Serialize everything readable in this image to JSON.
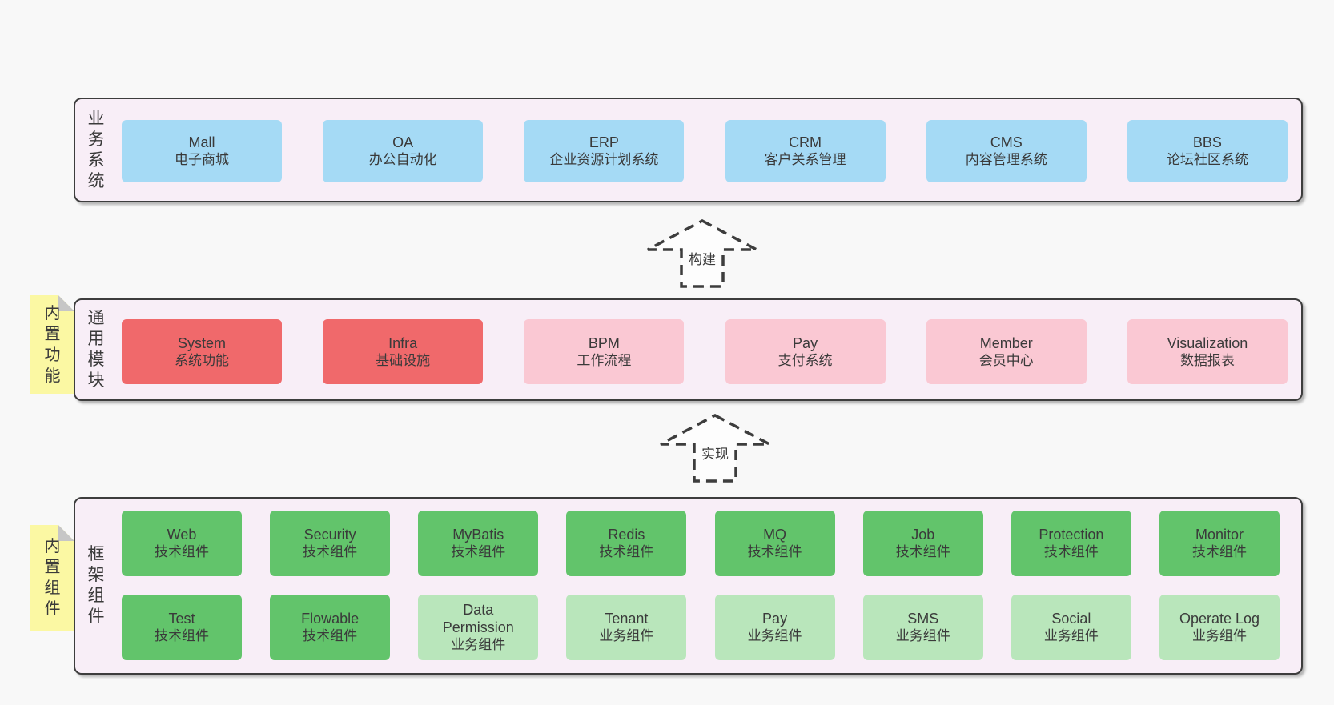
{
  "colors": {
    "page_bg": "#f8f8f8",
    "panel_bg": "#f8eef7",
    "panel_border": "#3d3d3d",
    "blue": "#a5daf5",
    "red": "#f0696b",
    "pink": "#fac8d3",
    "green": "#62c46b",
    "light_green": "#b9e6bb",
    "sticky_yellow": "#fbf8a3",
    "fold_gray": "#c6c6c6",
    "text": "#3a3a3a"
  },
  "arrows": {
    "build": "构建",
    "implement": "实现"
  },
  "sections": {
    "business": {
      "label": "业务系统",
      "boxes": [
        {
          "title": "Mall",
          "subtitle": "电子商城"
        },
        {
          "title": "OA",
          "subtitle": "办公自动化"
        },
        {
          "title": "ERP",
          "subtitle": "企业资源计划系统"
        },
        {
          "title": "CRM",
          "subtitle": "客户关系管理"
        },
        {
          "title": "CMS",
          "subtitle": "内容管理系统"
        },
        {
          "title": "BBS",
          "subtitle": "论坛社区系统"
        }
      ]
    },
    "modules": {
      "label": "通用模块",
      "sticky": "内置功能",
      "boxes": [
        {
          "title": "System",
          "subtitle": "系统功能"
        },
        {
          "title": "Infra",
          "subtitle": "基础设施"
        },
        {
          "title": "BPM",
          "subtitle": "工作流程"
        },
        {
          "title": "Pay",
          "subtitle": "支付系统"
        },
        {
          "title": "Member",
          "subtitle": "会员中心"
        },
        {
          "title": "Visualization",
          "subtitle": "数据报表"
        }
      ]
    },
    "framework": {
      "label": "框架组件",
      "sticky": "内置组件",
      "rows": [
        [
          {
            "title": "Web",
            "subtitle": "技术组件"
          },
          {
            "title": "Security",
            "subtitle": "技术组件"
          },
          {
            "title": "MyBatis",
            "subtitle": "技术组件"
          },
          {
            "title": "Redis",
            "subtitle": "技术组件"
          },
          {
            "title": "MQ",
            "subtitle": "技术组件"
          },
          {
            "title": "Job",
            "subtitle": "技术组件"
          },
          {
            "title": "Protection",
            "subtitle": "技术组件"
          },
          {
            "title": "Monitor",
            "subtitle": "技术组件"
          }
        ],
        [
          {
            "title": "Test",
            "subtitle": "技术组件"
          },
          {
            "title": "Flowable",
            "subtitle": "技术组件"
          },
          {
            "title": "Data Permission",
            "subtitle": "业务组件"
          },
          {
            "title": "Tenant",
            "subtitle": "业务组件"
          },
          {
            "title": "Pay",
            "subtitle": "业务组件"
          },
          {
            "title": "SMS",
            "subtitle": "业务组件"
          },
          {
            "title": "Social",
            "subtitle": "业务组件"
          },
          {
            "title": "Operate Log",
            "subtitle": "业务组件"
          }
        ]
      ]
    }
  }
}
